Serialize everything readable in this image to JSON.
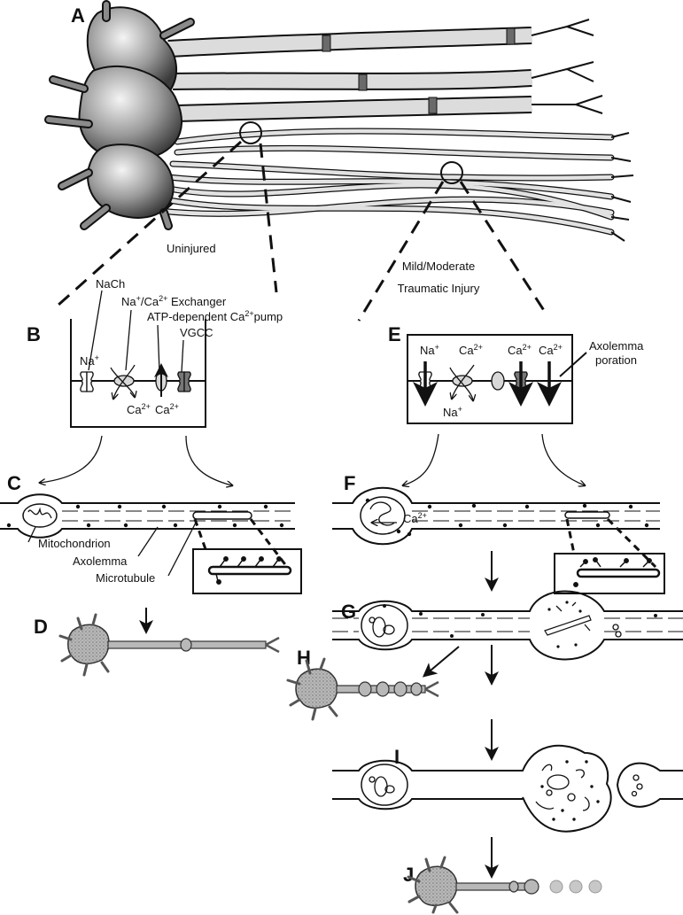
{
  "panels": {
    "A": "A",
    "B": "B",
    "C": "C",
    "D": "D",
    "E": "E",
    "F": "F",
    "G": "G",
    "H": "H",
    "I": "I",
    "J": "J"
  },
  "labels": {
    "uninjured": "Uninjured",
    "injury_line1": "Mild/Moderate",
    "injury_line2": "Traumatic Injury",
    "nach": "NaCh",
    "na": "Na",
    "exchanger_a": "/Ca",
    "exchanger_b": " Exchanger",
    "atp_pump_a": "ATP-dependent Ca",
    "atp_pump_b": "pump",
    "vgcc": "VGCC",
    "ca": "Ca",
    "plus": "+",
    "two_plus": "2+",
    "mitochondrion": "Mitochondrion",
    "axolemma": "Axolemma",
    "microtubule": "Microtubule",
    "axolemma_poration_1": "Axolemma",
    "axolemma_poration_2": "poration"
  }
}
